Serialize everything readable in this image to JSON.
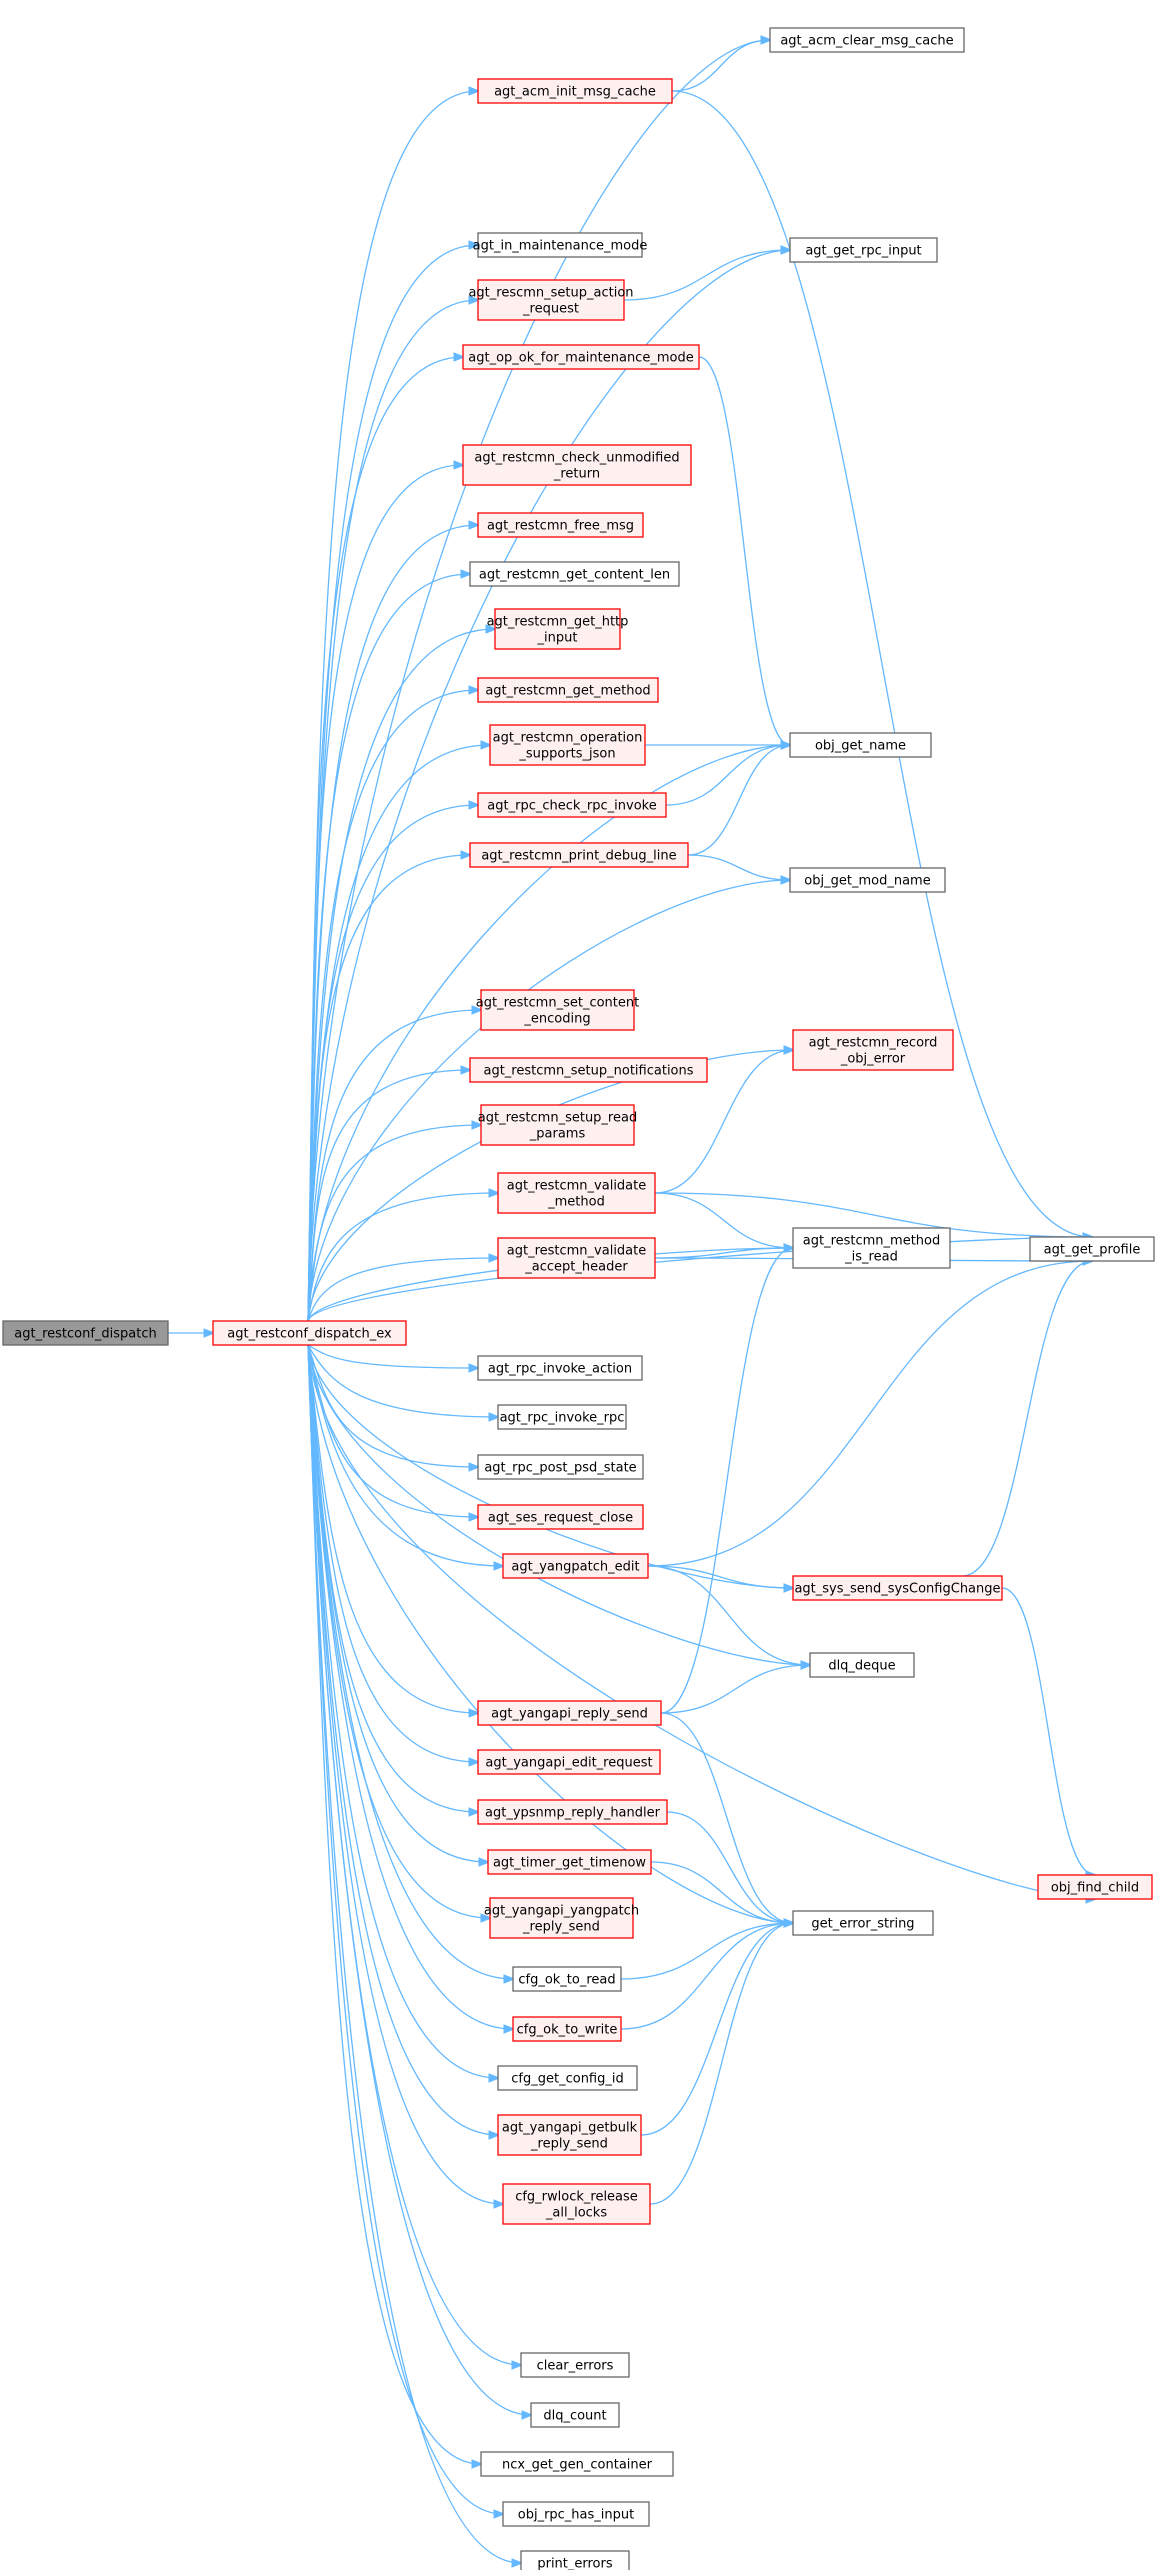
{
  "colors": {
    "edge": "#63b8ff",
    "root_fill": "#999999",
    "root_stroke": "#666666",
    "plain_fill": "#ffffff",
    "plain_stroke": "#666666",
    "red_fill": "#fff0f0",
    "red_stroke": "#ff0000"
  },
  "nodes": [
    {
      "id": "root",
      "lines": [
        "agt_restconf_dispatch"
      ],
      "style": "root"
    },
    {
      "id": "ex",
      "lines": [
        "agt_restconf_dispatch_ex"
      ],
      "style": "red"
    },
    {
      "id": "acm_init",
      "lines": [
        "agt_acm_init_msg_cache"
      ],
      "style": "red"
    },
    {
      "id": "in_maint",
      "lines": [
        "agt_in_maintenance_mode"
      ],
      "style": "plain"
    },
    {
      "id": "setup_action",
      "lines": [
        "agt_rescmn_setup_action",
        "_request"
      ],
      "style": "red"
    },
    {
      "id": "op_ok",
      "lines": [
        "agt_op_ok_for_maintenance_mode"
      ],
      "style": "red"
    },
    {
      "id": "check_unmod",
      "lines": [
        "agt_restcmn_check_unmodified",
        "_return"
      ],
      "style": "red"
    },
    {
      "id": "free_msg",
      "lines": [
        "agt_restcmn_free_msg"
      ],
      "style": "red"
    },
    {
      "id": "content_len",
      "lines": [
        "agt_restcmn_get_content_len"
      ],
      "style": "plain"
    },
    {
      "id": "http_input",
      "lines": [
        "agt_restcmn_get_http",
        "_input"
      ],
      "style": "red"
    },
    {
      "id": "get_method",
      "lines": [
        "agt_restcmn_get_method"
      ],
      "style": "red"
    },
    {
      "id": "op_json",
      "lines": [
        "agt_restcmn_operation",
        "_supports_json"
      ],
      "style": "red"
    },
    {
      "id": "rpc_check",
      "lines": [
        "agt_rpc_check_rpc_invoke"
      ],
      "style": "red"
    },
    {
      "id": "print_debug",
      "lines": [
        "agt_restcmn_print_debug_line"
      ],
      "style": "red"
    },
    {
      "id": "set_enc",
      "lines": [
        "agt_restcmn_set_content",
        "_encoding"
      ],
      "style": "red"
    },
    {
      "id": "setup_notif",
      "lines": [
        "agt_restcmn_setup_notifications"
      ],
      "style": "red"
    },
    {
      "id": "setup_read",
      "lines": [
        "agt_restcmn_setup_read",
        "_params"
      ],
      "style": "red"
    },
    {
      "id": "validate_method",
      "lines": [
        "agt_restcmn_validate",
        "_method"
      ],
      "style": "red"
    },
    {
      "id": "validate_accept",
      "lines": [
        "agt_restcmn_validate",
        "_accept_header"
      ],
      "style": "red"
    },
    {
      "id": "invoke_action",
      "lines": [
        "agt_rpc_invoke_action"
      ],
      "style": "plain"
    },
    {
      "id": "invoke_rpc",
      "lines": [
        "agt_rpc_invoke_rpc"
      ],
      "style": "plain"
    },
    {
      "id": "post_psd",
      "lines": [
        "agt_rpc_post_psd_state"
      ],
      "style": "plain"
    },
    {
      "id": "ses_close",
      "lines": [
        "agt_ses_request_close"
      ],
      "style": "red"
    },
    {
      "id": "yangpatch_edit",
      "lines": [
        "agt_yangpatch_edit"
      ],
      "style": "red"
    },
    {
      "id": "yangapi_reply",
      "lines": [
        "agt_yangapi_reply_send"
      ],
      "style": "red"
    },
    {
      "id": "yangapi_edit",
      "lines": [
        "agt_yangapi_edit_request"
      ],
      "style": "red"
    },
    {
      "id": "ypsnmp",
      "lines": [
        "agt_ypsnmp_reply_handler"
      ],
      "style": "red"
    },
    {
      "id": "timer",
      "lines": [
        "agt_timer_get_timenow"
      ],
      "style": "red"
    },
    {
      "id": "yp_reply",
      "lines": [
        "agt_yangapi_yangpatch",
        "_reply_send"
      ],
      "style": "red"
    },
    {
      "id": "cfg_read",
      "lines": [
        "cfg_ok_to_read"
      ],
      "style": "plain"
    },
    {
      "id": "cfg_write",
      "lines": [
        "cfg_ok_to_write"
      ],
      "style": "red"
    },
    {
      "id": "cfg_id",
      "lines": [
        "cfg_get_config_id"
      ],
      "style": "plain"
    },
    {
      "id": "getbulk",
      "lines": [
        "agt_yangapi_getbulk",
        "_reply_send"
      ],
      "style": "red"
    },
    {
      "id": "rwlock",
      "lines": [
        "cfg_rwlock_release",
        "_all_locks"
      ],
      "style": "red"
    },
    {
      "id": "clear_errors",
      "lines": [
        "clear_errors"
      ],
      "style": "plain"
    },
    {
      "id": "dlq_count",
      "lines": [
        "dlq_count"
      ],
      "style": "plain"
    },
    {
      "id": "ncx_gen",
      "lines": [
        "ncx_get_gen_container"
      ],
      "style": "plain"
    },
    {
      "id": "rpc_has_input",
      "lines": [
        "obj_rpc_has_input"
      ],
      "style": "plain"
    },
    {
      "id": "print_errors",
      "lines": [
        "print_errors"
      ],
      "style": "plain"
    },
    {
      "id": "acm_clear",
      "lines": [
        "agt_acm_clear_msg_cache"
      ],
      "style": "plain"
    },
    {
      "id": "rpc_input",
      "lines": [
        "agt_get_rpc_input"
      ],
      "style": "plain"
    },
    {
      "id": "obj_name",
      "lines": [
        "obj_get_name"
      ],
      "style": "plain"
    },
    {
      "id": "obj_mod",
      "lines": [
        "obj_get_mod_name"
      ],
      "style": "plain"
    },
    {
      "id": "record_err",
      "lines": [
        "agt_restcmn_record",
        "_obj_error"
      ],
      "style": "red"
    },
    {
      "id": "method_read",
      "lines": [
        "agt_restcmn_method",
        "_is_read"
      ],
      "style": "plain"
    },
    {
      "id": "sysconfig",
      "lines": [
        "agt_sys_send_sysConfigChange"
      ],
      "style": "red"
    },
    {
      "id": "dlq_deque",
      "lines": [
        "dlq_deque"
      ],
      "style": "plain"
    },
    {
      "id": "err_string",
      "lines": [
        "get_error_string"
      ],
      "style": "plain"
    },
    {
      "id": "get_profile",
      "lines": [
        "agt_get_profile"
      ],
      "style": "plain"
    },
    {
      "id": "find_child",
      "lines": [
        "obj_find_child"
      ],
      "style": "red"
    }
  ],
  "edges": [
    [
      "root",
      "ex"
    ],
    [
      "ex",
      "acm_clear"
    ],
    [
      "ex",
      "acm_init"
    ],
    [
      "ex",
      "get_profile"
    ],
    [
      "ex",
      "rpc_input"
    ],
    [
      "ex",
      "in_maint"
    ],
    [
      "ex",
      "setup_action"
    ],
    [
      "ex",
      "op_ok"
    ],
    [
      "ex",
      "obj_name"
    ],
    [
      "ex",
      "check_unmod"
    ],
    [
      "ex",
      "free_msg"
    ],
    [
      "ex",
      "content_len"
    ],
    [
      "ex",
      "http_input"
    ],
    [
      "ex",
      "get_method"
    ],
    [
      "ex",
      "op_json"
    ],
    [
      "ex",
      "rpc_check"
    ],
    [
      "ex",
      "print_debug"
    ],
    [
      "ex",
      "obj_mod"
    ],
    [
      "ex",
      "record_err"
    ],
    [
      "ex",
      "set_enc"
    ],
    [
      "ex",
      "setup_notif"
    ],
    [
      "ex",
      "setup_read"
    ],
    [
      "ex",
      "validate_method"
    ],
    [
      "ex",
      "method_read"
    ],
    [
      "ex",
      "validate_accept"
    ],
    [
      "ex",
      "invoke_action"
    ],
    [
      "ex",
      "invoke_rpc"
    ],
    [
      "ex",
      "post_psd"
    ],
    [
      "ex",
      "ses_close"
    ],
    [
      "ex",
      "yangpatch_edit"
    ],
    [
      "ex",
      "sysconfig"
    ],
    [
      "ex",
      "dlq_deque"
    ],
    [
      "ex",
      "yangapi_reply"
    ],
    [
      "ex",
      "yangapi_edit"
    ],
    [
      "ex",
      "ypsnmp"
    ],
    [
      "ex",
      "timer"
    ],
    [
      "ex",
      "err_string"
    ],
    [
      "ex",
      "yp_reply"
    ],
    [
      "ex",
      "cfg_read"
    ],
    [
      "ex",
      "cfg_write"
    ],
    [
      "ex",
      "cfg_id"
    ],
    [
      "ex",
      "getbulk"
    ],
    [
      "ex",
      "rwlock"
    ],
    [
      "ex",
      "find_child"
    ],
    [
      "ex",
      "clear_errors"
    ],
    [
      "ex",
      "dlq_count"
    ],
    [
      "ex",
      "ncx_gen"
    ],
    [
      "ex",
      "rpc_has_input"
    ],
    [
      "ex",
      "print_errors"
    ],
    [
      "acm_init",
      "acm_clear"
    ],
    [
      "acm_init",
      "get_profile"
    ],
    [
      "setup_action",
      "rpc_input"
    ],
    [
      "op_ok",
      "obj_name"
    ],
    [
      "op_json",
      "obj_name"
    ],
    [
      "rpc_check",
      "obj_name"
    ],
    [
      "print_debug",
      "obj_name"
    ],
    [
      "print_debug",
      "obj_mod"
    ],
    [
      "validate_method",
      "record_err"
    ],
    [
      "validate_method",
      "method_read"
    ],
    [
      "validate_method",
      "get_profile"
    ],
    [
      "validate_accept",
      "method_read"
    ],
    [
      "validate_accept",
      "get_profile"
    ],
    [
      "yangpatch_edit",
      "get_profile"
    ],
    [
      "yangpatch_edit",
      "sysconfig"
    ],
    [
      "yangpatch_edit",
      "dlq_deque"
    ],
    [
      "sysconfig",
      "get_profile"
    ],
    [
      "sysconfig",
      "find_child"
    ],
    [
      "yangapi_reply",
      "method_read"
    ],
    [
      "yangapi_reply",
      "dlq_deque"
    ],
    [
      "yangapi_reply",
      "err_string"
    ],
    [
      "ypsnmp",
      "err_string"
    ],
    [
      "timer",
      "err_string"
    ],
    [
      "cfg_read",
      "err_string"
    ],
    [
      "cfg_write",
      "err_string"
    ],
    [
      "getbulk",
      "err_string"
    ],
    [
      "rwlock",
      "err_string"
    ]
  ]
}
